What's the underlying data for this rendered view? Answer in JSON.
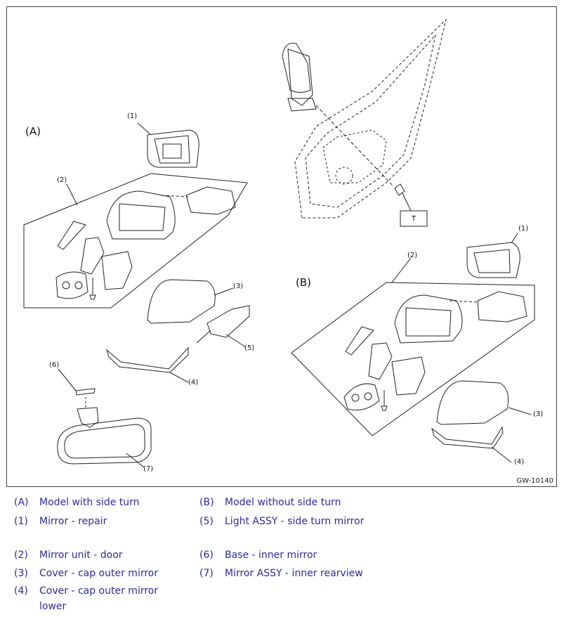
{
  "figure": {
    "id": "GW-10140",
    "group_a": "(A)",
    "group_b": "(B)",
    "tool_tag": "T",
    "callouts": [
      "(1)",
      "(2)",
      "(3)",
      "(4)",
      "(5)",
      "(6)",
      "(7)"
    ]
  },
  "legend": [
    {
      "code": "(A)",
      "text": "Model with side turn"
    },
    {
      "code": "(B)",
      "text": "Model without side turn"
    },
    {
      "code": "(1)",
      "text": "Mirror - repair"
    },
    {
      "code": "(5)",
      "text": "Light ASSY - side turn mirror"
    },
    {
      "code": "(2)",
      "text": "Mirror unit - door"
    },
    {
      "code": "(6)",
      "text": "Base - inner mirror"
    },
    {
      "code": "(3)",
      "text": "Cover - cap outer mirror"
    },
    {
      "code": "(7)",
      "text": "Mirror ASSY - inner rearview"
    },
    {
      "code": "(4)",
      "text": "Cover - cap outer mirror lower"
    }
  ],
  "colors": {
    "legend_text": "#2b2b9c",
    "line_art": "#222222"
  }
}
